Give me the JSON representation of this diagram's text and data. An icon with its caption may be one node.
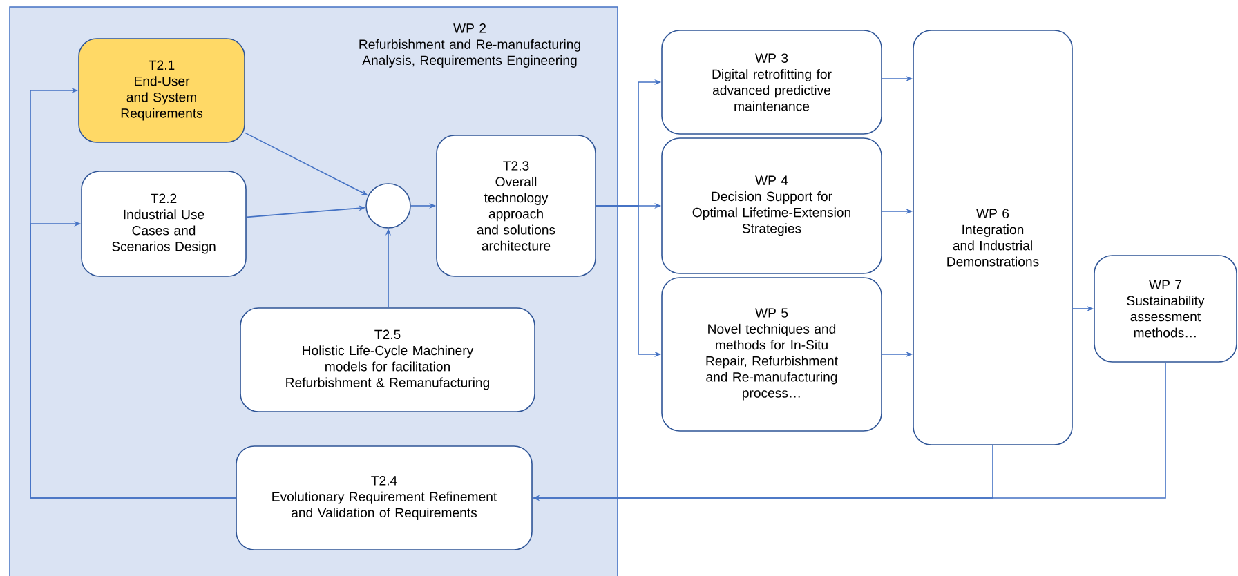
{
  "diagram": {
    "nodes": [
      {
        "text": [
          "WP 2",
          "Refurbishment and Re-manufacturing Analysis, Requirements Engineering"
        ]
      },
      {
        "text": [
          "T2.1",
          "End-User and System Requirements"
        ],
        "in": 0
      },
      {
        "text": [
          "T2.2",
          "Industrial Use Cases and Scenarios Design"
        ],
        "in": 0
      },
      {
        "text": [],
        "shape": "circle",
        "in": 0
      },
      {
        "text": [
          "T2.3",
          "Overall technology approach and solutions architecture"
        ],
        "in": 0
      },
      {
        "text": [
          "T2.5",
          "Holistic Life-Cycle Machinery models for facilitation Refurbishment & Remanufacturing"
        ],
        "in": 0
      },
      {
        "text": [
          "T2.4",
          "Evolutionary Requirement Refinement and Validation of Requirements"
        ],
        "in": 0
      },
      {
        "text": [
          "WP 3",
          "Digital retrofitting for advanced predictive maintenance"
        ]
      },
      {
        "text": [
          "WP 4",
          "Decision Support for Optimal Lifetime-Extension Strategies"
        ]
      },
      {
        "text": [
          "WP 5",
          "Novel techniques and methods for In-Situ Repair, Refurbishment and Re-manufacturing process…"
        ]
      },
      {
        "text": [
          "WP 6",
          "Integration and Industrial Demonstrations"
        ]
      },
      {
        "text": [
          "WP 7",
          "Sustainability assessment methods…"
        ]
      }
    ],
    "edges": [
      {
        "from": 1,
        "to": 3,
        "arrow": "to"
      },
      {
        "from": 2,
        "to": 3,
        "arrow": "to"
      },
      {
        "from": 5,
        "to": 3,
        "arrow": "to"
      },
      {
        "from": 3,
        "to": 4,
        "arrow": "to"
      },
      {
        "from": 4,
        "to": 7,
        "arrow": "to"
      },
      {
        "from": 4,
        "to": 8,
        "arrow": "to"
      },
      {
        "from": 4,
        "to": 9,
        "arrow": "to"
      },
      {
        "from": 7,
        "to": 10,
        "arrow": "to"
      },
      {
        "from": 8,
        "to": 10,
        "arrow": "to"
      },
      {
        "from": 9,
        "to": 10,
        "arrow": "to"
      },
      {
        "from": 10,
        "to": 11,
        "arrow": "to"
      },
      {
        "from": 10,
        "to": 6,
        "arrow": "to"
      },
      {
        "from": 11,
        "to": 6,
        "arrow": "to"
      },
      {
        "from": 6,
        "to": 1,
        "arrow": "to"
      },
      {
        "from": 6,
        "to": 2,
        "arrow": "to"
      }
    ]
  }
}
